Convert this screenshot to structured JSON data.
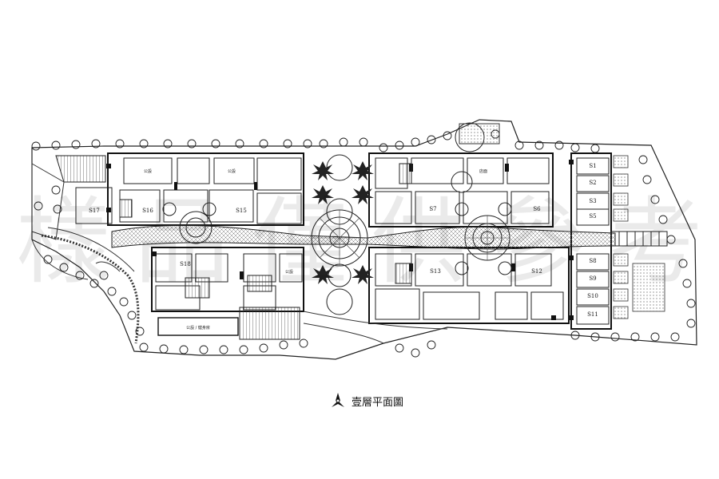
{
  "plan": {
    "units": [
      "S1",
      "S2",
      "S3",
      "S5",
      "S6",
      "S7",
      "S8",
      "S9",
      "S10",
      "S11",
      "S12",
      "S13",
      "S15",
      "S16",
      "S17",
      "S18"
    ],
    "room_small_label": "公設",
    "room_large_label": "公設 / 健身房",
    "shop_label": "店面",
    "title": "壹層平面圖"
  },
  "watermark": {
    "chars": [
      "樣",
      "品",
      "僅",
      "供",
      "參",
      "考"
    ]
  },
  "icons": {
    "north": "north-arrow-icon"
  }
}
